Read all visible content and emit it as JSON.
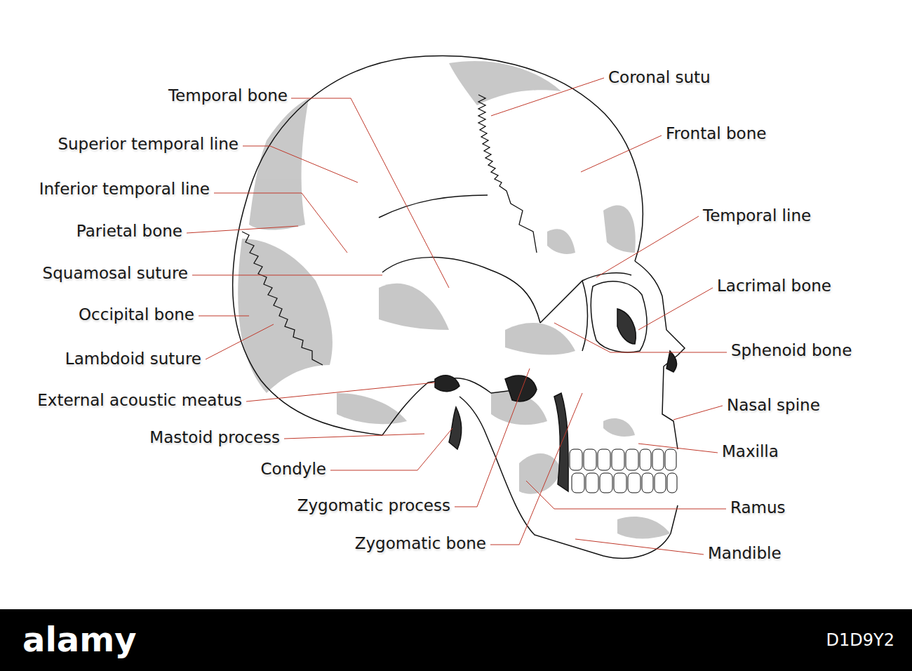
{
  "diagram": {
    "labels": [
      "Temporal bone",
      "Superior temporal line",
      "Inferior temporal line",
      "Parietal bone",
      "Squamosal suture",
      "Occipital bone",
      "Lambdoid suture",
      "External acoustic meatus",
      "Mastoid process",
      "Condyle",
      "Zygomatic process",
      "Zygomatic bone",
      "Coronal sutu",
      "Frontal bone",
      "Temporal line",
      "Lacrimal bone",
      "Sphenoid bone",
      "Nasal spine",
      "Maxilla",
      "Ramus",
      "Mandible",
      "alamy",
      "D1D9Y2"
    ]
  }
}
